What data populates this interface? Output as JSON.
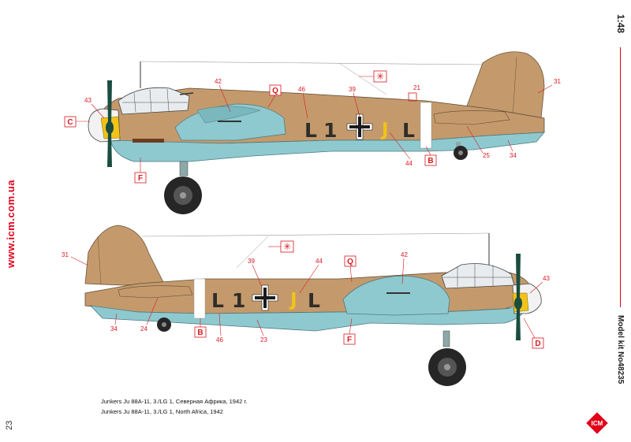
{
  "website": "www.icm.com.ua",
  "scale": "1:48",
  "model_kit": "Model kit No48235",
  "page_number": "23",
  "captions": {
    "ru": "Junkers Ju 88A-11, 3./LG 1, Северная Африка, 1942 г.",
    "en": "Junkers Ju 88A-11, 3./LG 1, North Africa, 1942"
  },
  "logo_text": "ICM",
  "code_letters": {
    "l": "L",
    "one": "1",
    "j": "J",
    "l2": "L"
  },
  "top_view": {
    "callouts": {
      "c43": "43",
      "c42": "42",
      "c46": "46",
      "c39": "39",
      "c21": "21",
      "c31": "31",
      "c44": "44",
      "c25": "25",
      "c34": "34"
    },
    "boxes": {
      "q": "Q",
      "c": "C",
      "f": "F",
      "b": "B"
    }
  },
  "bottom_view": {
    "callouts": {
      "c31": "31",
      "c39": "39",
      "c44": "44",
      "c42": "42",
      "c43": "43",
      "c34": "34",
      "c24": "24",
      "c46": "46",
      "c23": "23"
    },
    "boxes": {
      "q": "Q",
      "b": "B",
      "f": "F",
      "d": "D"
    }
  },
  "colors": {
    "sand": "#c49a6c",
    "light_blue": "#8ec9cf",
    "red": "#e2001a",
    "yellow": "#f2c319",
    "spinner_green": "#1a4d3f"
  }
}
